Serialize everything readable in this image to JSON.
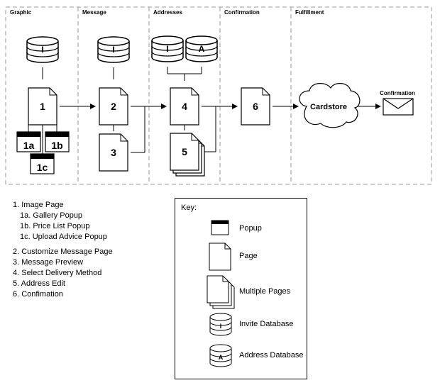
{
  "lanes": [
    "Graphic",
    "Message",
    "Addresses",
    "Confirmation",
    "Fulfillment"
  ],
  "nodes": {
    "n1": "1",
    "n1a": "1a",
    "n1b": "1b",
    "n1c": "1c",
    "n2": "2",
    "n3": "3",
    "n4": "4",
    "n5": "5",
    "n6": "6"
  },
  "databases": {
    "invite_letter": "I",
    "address_letter": "A"
  },
  "cloud_label": "Cardstore",
  "confirmation_label": "Confirmation",
  "legend_items": [
    "1. Image Page",
    "1a. Gallery Popup",
    "1b. Price List Popup",
    "1c.  Upload Advice Popup",
    "2. Customize Message Page",
    "3. Message Preview",
    "4. Select Delivery Method",
    "5. Address Edit",
    "6. Confimation"
  ],
  "key": {
    "title": "Key:",
    "popup": "Popup",
    "page": "Page",
    "multiple_pages": "Multiple Pages",
    "invite_db": "Invite Database",
    "address_db": "Address Database"
  }
}
